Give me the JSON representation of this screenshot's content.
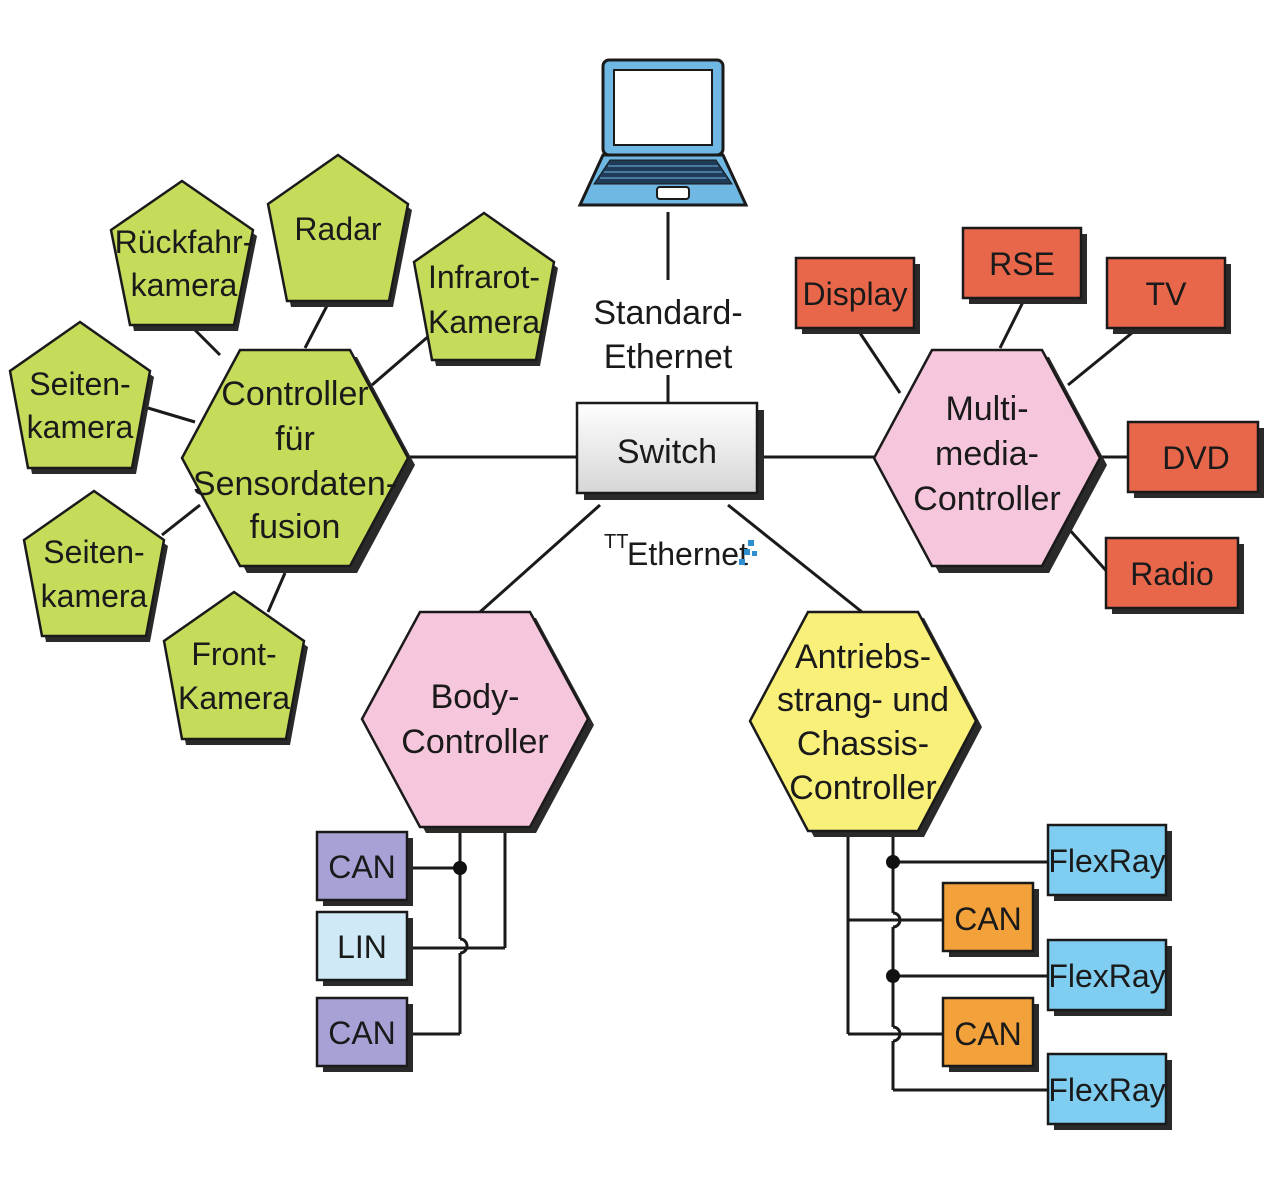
{
  "colors": {
    "sensor_green": "#c5dc5a",
    "multimedia_red": "#e8674a",
    "pink_hex": "#f6c6dd",
    "yellow_hex": "#f9f07a",
    "can_purple": "#a7a2d6",
    "lin_lightblue": "#cfe9f6",
    "can_orange": "#f2a13b",
    "flexray_blue": "#7fcdf0",
    "switch_grey": "#f0f0f0",
    "laptop_blue": "#6fb8e4"
  },
  "icons": {
    "laptop": "laptop-icon",
    "ttethernet_logo": "ttethernet-dots-icon"
  },
  "top": {
    "standard_ethernet": [
      "Standard-",
      "Ethernet"
    ]
  },
  "switch": {
    "label": "Switch"
  },
  "ttethernet": {
    "prefix": "TT",
    "label": "Ethernet"
  },
  "sensor_fusion": {
    "controller": [
      "Controller",
      "für",
      "Sensordaten-",
      "fusion"
    ],
    "rueckfahr": [
      "Rückfahr-",
      "kamera"
    ],
    "radar": [
      "Radar"
    ],
    "infrarot": [
      "Infrarot-",
      "Kamera"
    ],
    "seiten1": [
      "Seiten-",
      "kamera"
    ],
    "seiten2": [
      "Seiten-",
      "kamera"
    ],
    "front": [
      "Front-",
      "Kamera"
    ]
  },
  "multimedia": {
    "controller": [
      "Multi-",
      "media-",
      "Controller"
    ],
    "display": "Display",
    "rse": "RSE",
    "tv": "TV",
    "dvd": "DVD",
    "radio": "Radio"
  },
  "body": {
    "controller": [
      "Body-",
      "Controller"
    ],
    "can1": "CAN",
    "lin": "LIN",
    "can2": "CAN"
  },
  "chassis": {
    "controller": [
      "Antriebs-",
      "strang- und",
      "Chassis-",
      "Controller"
    ],
    "flexray1": "FlexRay",
    "can1": "CAN",
    "flexray2": "FlexRay",
    "can2": "CAN",
    "flexray3": "FlexRay"
  }
}
